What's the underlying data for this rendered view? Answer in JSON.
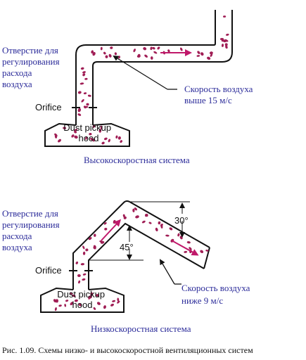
{
  "top": {
    "orifice_note": [
      "Отверстие для",
      "регулирования",
      "расхода",
      "воздуха"
    ],
    "orifice_label": "Orifice",
    "hood_label": [
      "Dust pickup",
      "hood"
    ],
    "speed_note": [
      "Скорость воздуха",
      "выше 15 м/с"
    ],
    "system_title": "Высокоскоростная система"
  },
  "bottom": {
    "orifice_note": [
      "Отверстие для",
      "регулирования",
      "расхода",
      "воздуха"
    ],
    "orifice_label": "Orifice",
    "hood_label": [
      "Dust pickup",
      "hood"
    ],
    "angle_upper": "30°",
    "angle_lower": "45°",
    "speed_note": [
      "Скорость воздуха",
      "ниже 9 м/с"
    ],
    "system_title": "Низкоскоростная система"
  },
  "caption": "Рис. 1.09. Схемы низко- и высокоскоростной вентиляционных систем",
  "colors": {
    "duct": "#111111",
    "dust": "#a01e55",
    "arrow": "#c0186a",
    "text_blue": "#2c2c9a",
    "text_black": "#111111"
  }
}
